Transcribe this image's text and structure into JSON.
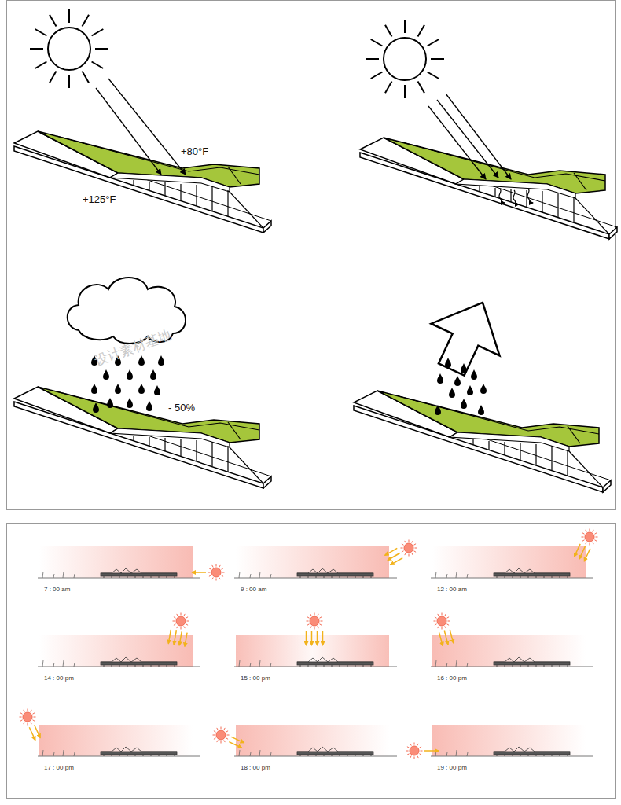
{
  "diagram": {
    "labels": [
      "+80°F",
      "+125°F",
      "- 50%",
      "设计素材基地",
      "7 : 00 am",
      "9 : 00 am",
      "12 : 00 am",
      "14 : 00 pm",
      "15 : 00 pm",
      "16 : 00 pm",
      "17 : 00 pm",
      "18 : 00 pm",
      "19 : 00 pm"
    ]
  }
}
